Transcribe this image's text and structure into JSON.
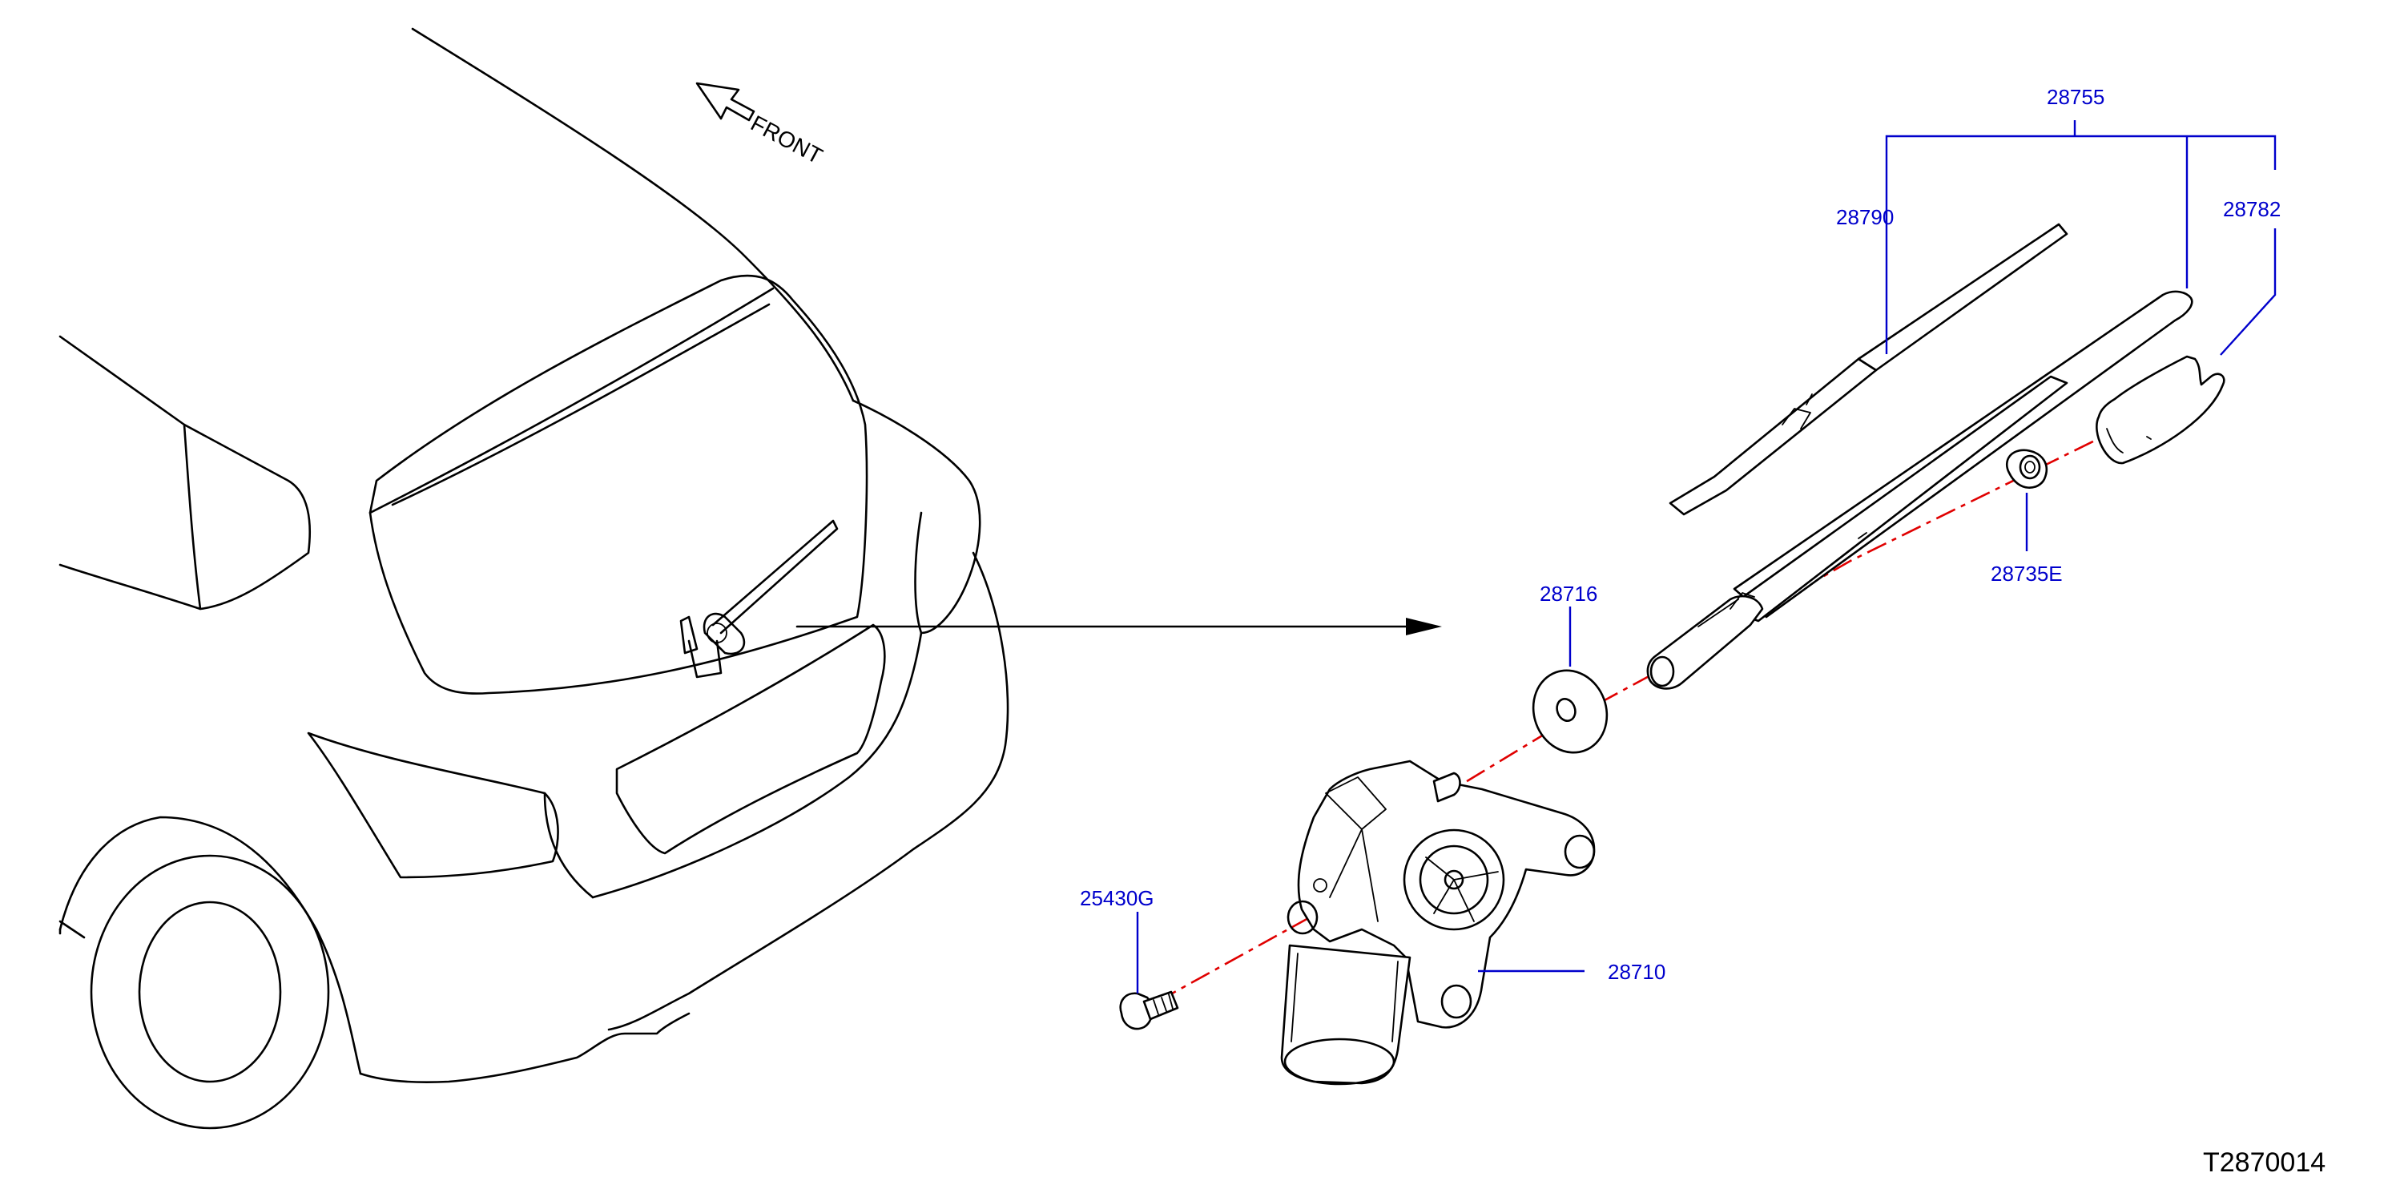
{
  "labels": {
    "front": "FRONT",
    "diagram_code": "T2870014"
  },
  "parts": {
    "arm_assembly": "28755",
    "blade": "28790",
    "cap": "28782",
    "washer": "28716",
    "nut": "28735E",
    "bolt": "25430G",
    "motor": "28710"
  },
  "colors": {
    "part_number": "#0000cc",
    "centerline": "#e00000",
    "linework": "#000000"
  }
}
